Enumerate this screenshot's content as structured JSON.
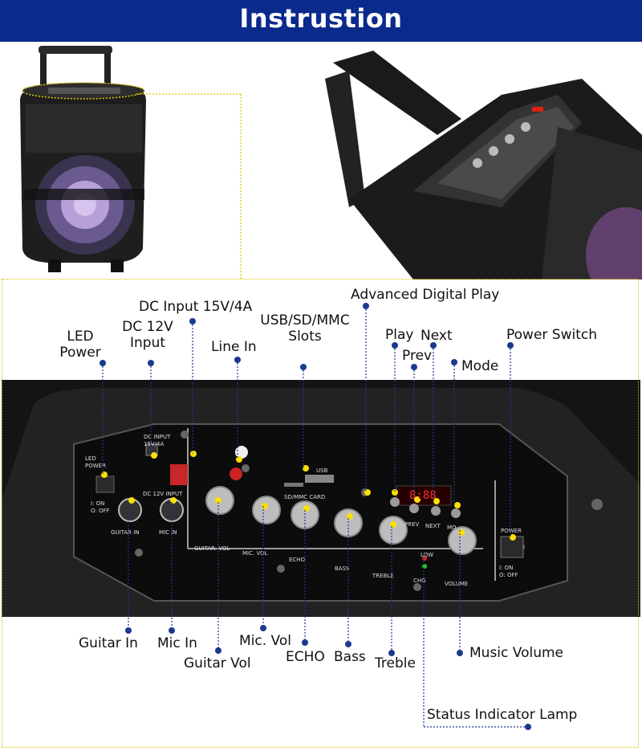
{
  "header": {
    "title": "Instrustion"
  },
  "colors": {
    "banner": "#0a2a8c",
    "leader": "#1b3a8f",
    "highlight": "#ffe000"
  },
  "labels": {
    "led_power_1": "LED",
    "led_power_2": "Power",
    "dc_12v_1": "DC 12V",
    "dc_12v_2": "Input",
    "dc_15v": "DC Input 15V/4A",
    "line_in": "Line In",
    "usb_1": "USB/SD/MMC",
    "usb_2": "Slots",
    "advanced_digital_play": "Advanced Digital Play",
    "play": "Play",
    "next": "Next",
    "prev": "Prev",
    "mode": "Mode",
    "power_switch": "Power Switch",
    "guitar_in": "Guitar In",
    "mic_in": "Mic In",
    "mic_vol": "Mic. Vol",
    "guitar_vol": "Guitar Vol",
    "echo": "ECHO",
    "bass": "Bass",
    "treble": "Treble",
    "music_volume": "Music Volume",
    "status_lamp": "Status Indicator Lamp"
  },
  "panel": {
    "led_power": "LED\nPOWER",
    "dc_input": "DC INPUT\n15V/4A",
    "dc_12v": "DC 12V INPUT",
    "on_off": "I: ON\nO: OFF",
    "guitar_in": "GUITAR IN",
    "mic_in": "MIC IN",
    "sd_card": "SD/MMC CARD",
    "usb": "USB",
    "display": "8:88",
    "prev": "PREV",
    "next": "NEXT",
    "mode": "MO",
    "guitar_vol": "GUITAR. VOL",
    "mic_vol": "MIC. VOL",
    "echo": "ECHO",
    "bass": "BASS",
    "treble": "TREBLE",
    "low": "LOW",
    "chg": "CHG",
    "volume": "VOLUME",
    "power": "POWER",
    "power_on_off": "I: ON\nO: OFF"
  }
}
